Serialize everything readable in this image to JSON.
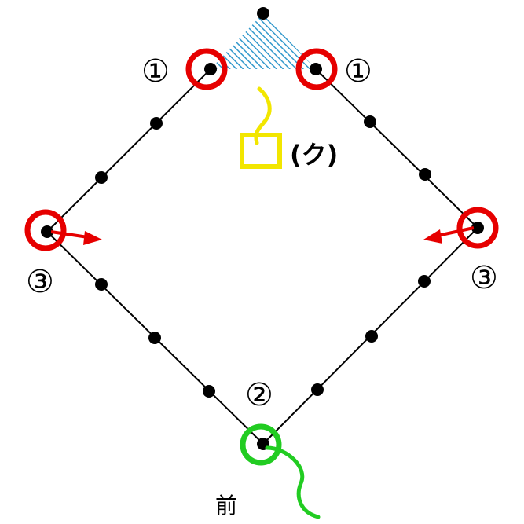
{
  "labels": {
    "top_left": "①",
    "top_right": "①",
    "bottom": "②",
    "left": "③",
    "right": "③",
    "k_label": "(ク)",
    "front": "前"
  },
  "colors": {
    "line": "#000000",
    "dot": "#000000",
    "circle_red": "#e60000",
    "circle_green": "#22cc22",
    "arrow_red": "#e60000",
    "square_yellow": "#f2e600",
    "squiggle_yellow": "#f2e600",
    "squiggle_green": "#22cc22",
    "hatch": "#3399cc"
  },
  "icons": {
    "hatched_triangle": "hatched-triangle",
    "arrow_left_side": "arrow-right",
    "arrow_right_side": "arrow-left"
  }
}
